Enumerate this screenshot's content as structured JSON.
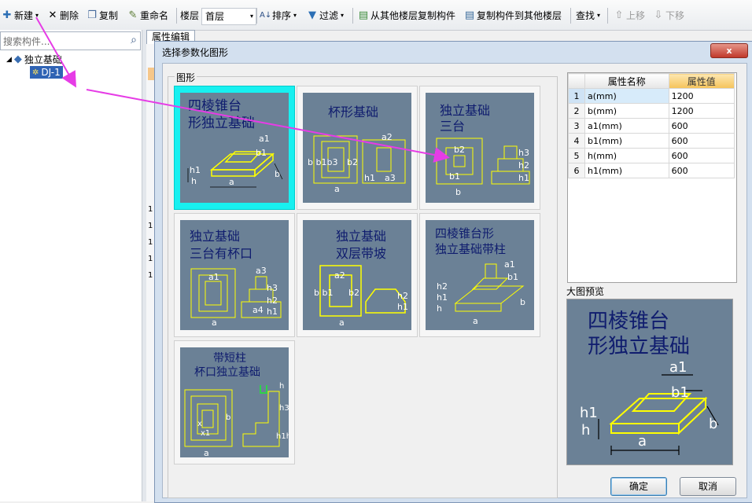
{
  "toolbar": {
    "new": "新建",
    "delete": "删除",
    "copy": "复制",
    "rename": "重命名",
    "floor_label": "楼层",
    "floor_value": "首层",
    "sort": "排序",
    "filter": "过滤",
    "copy_from_other": "从其他楼层复制构件",
    "copy_to_other": "复制构件到其他楼层",
    "find": "查找",
    "move_up": "上移",
    "move_down": "下移"
  },
  "left_panel": {
    "search_placeholder": "搜索构件...",
    "tree_root": "独立基础",
    "tree_child": "DJ-1"
  },
  "middle": {
    "tab": "属性编辑",
    "row_marks": [
      "1",
      "1",
      "1",
      "1",
      "1"
    ]
  },
  "dialog": {
    "title": "选择参数化图形",
    "close": "x",
    "group_label": "图形",
    "shapes": [
      {
        "line1": "四棱锥台",
        "line2": "形独立基础"
      },
      {
        "line1": "杯形基础",
        "line2": ""
      },
      {
        "line1": "独立基础",
        "line2": "三台"
      },
      {
        "line1": "独立基础",
        "line2": "三台有杯口"
      },
      {
        "line1": "独立基础",
        "line2": "双层带坡"
      },
      {
        "line1": "四棱锥台形",
        "line2": "独立基础带柱"
      },
      {
        "line1": "带短柱",
        "line2": "杯口独立基础"
      }
    ],
    "selected_shape_index": 0,
    "grid": {
      "col_name": "属性名称",
      "col_value": "属性值",
      "rows": [
        {
          "idx": "1",
          "name": "a(mm)",
          "value": "1200"
        },
        {
          "idx": "2",
          "name": "b(mm)",
          "value": "1200"
        },
        {
          "idx": "3",
          "name": "a1(mm)",
          "value": "600"
        },
        {
          "idx": "4",
          "name": "b1(mm)",
          "value": "600"
        },
        {
          "idx": "5",
          "name": "h(mm)",
          "value": "600"
        },
        {
          "idx": "6",
          "name": "h1(mm)",
          "value": "600"
        }
      ]
    },
    "preview_label": "大图预览",
    "preview_title_1": "四棱锥台",
    "preview_title_2": "形独立基础",
    "ok": "确定",
    "cancel": "取消"
  },
  "colors": {
    "thumb_bg": "#6b8196",
    "selected": "#18f0f0",
    "line": "#ffff00",
    "annotation": "#e63ce6"
  },
  "icons": [
    "new-icon",
    "delete-icon",
    "copy-icon",
    "rename-icon",
    "sort-icon",
    "filter-icon",
    "copy-from-floor-icon",
    "copy-to-floor-icon",
    "up-arrow-icon",
    "down-arrow-icon",
    "search-icon",
    "foundation-icon"
  ]
}
